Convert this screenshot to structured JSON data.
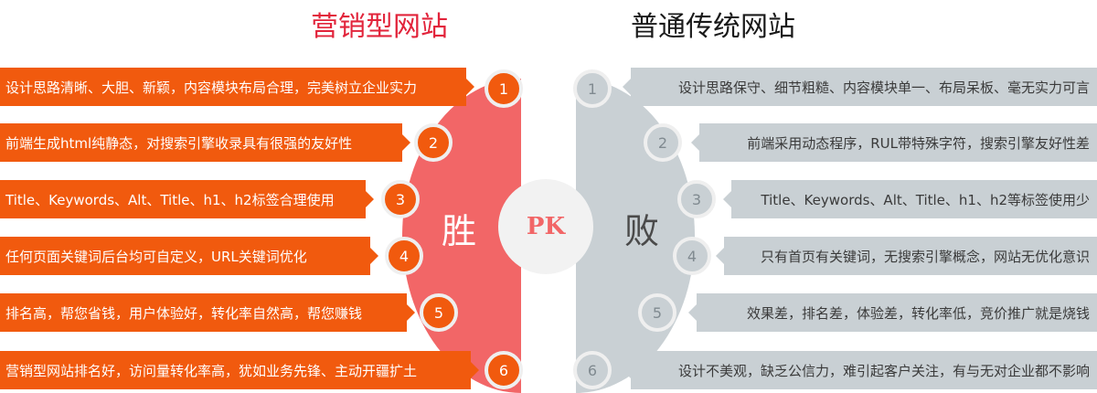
{
  "titles": {
    "left": "营销型网站",
    "right": "普通传统网站"
  },
  "center": {
    "pk": "PK",
    "win": "胜",
    "lose": "败"
  },
  "colors": {
    "accent_orange": "#f15a0e",
    "title_red": "#e2243b",
    "win_half": "#f26667",
    "lose_half": "#c9d0d4",
    "pk_circle": "#f2f2f2"
  },
  "marketing_items": [
    {
      "num": "1",
      "text": "设计思路清晰、大胆、新颖，内容模块布局合理，完美树立企业实力"
    },
    {
      "num": "2",
      "text": "前端生成html纯静态，对搜索引擎收录具有很强的友好性"
    },
    {
      "num": "3",
      "text": "Title、Keywords、Alt、Title、h1、h2标签合理使用"
    },
    {
      "num": "4",
      "text": "任何页面关键词后台均可自定义，URL关键词优化"
    },
    {
      "num": "5",
      "text": "排名高，帮您省钱，用户体验好，转化率自然高，帮您赚钱"
    },
    {
      "num": "6",
      "text": "营销型网站排名好，访问量转化率高，犹如业务先锋、主动开疆扩土"
    }
  ],
  "traditional_items": [
    {
      "num": "1",
      "text": "设计思路保守、细节粗糙、内容模块单一、布局呆板、毫无实力可言"
    },
    {
      "num": "2",
      "text": "前端采用动态程序，RUL带特殊字符，搜索引擎友好性差"
    },
    {
      "num": "3",
      "text": "Title、Keywords、Alt、Title、h1、h2等标签使用少"
    },
    {
      "num": "4",
      "text": "只有首页有关键词，无搜索引擎概念，网站无优化意识"
    },
    {
      "num": "5",
      "text": "效果差，排名差，体验差，转化率低，竞价推广就是烧钱"
    },
    {
      "num": "6",
      "text": "设计不美观，缺乏公信力，难引起客户关注，有与无对企业都不影响"
    }
  ]
}
